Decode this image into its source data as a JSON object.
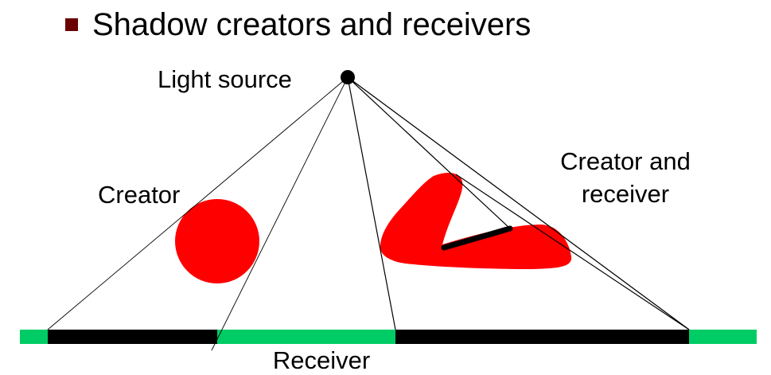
{
  "slide": {
    "title": "Shadow creators and receivers",
    "bullet_color": "#6b0000"
  },
  "labels": {
    "light_source": "Light source",
    "creator": "Creator",
    "creator_receiver_line1": "Creator and",
    "creator_receiver_line2": "receiver",
    "receiver": "Receiver"
  },
  "colors": {
    "object": "#ff0000",
    "lit_ground": "#00cc66",
    "shadow": "#000000",
    "ray": "#000000"
  }
}
